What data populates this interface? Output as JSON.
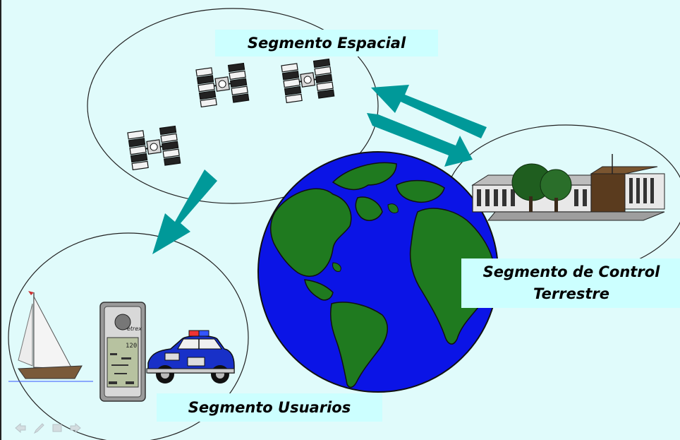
{
  "slide": {
    "background_color": "#e0fbfb",
    "label_background": "#ccffff",
    "arrow_color": "#009999"
  },
  "segments": {
    "espacial": "Segmento Espacial",
    "control_line1": "Segmento de Control",
    "control_line2": "Terrestre",
    "usuarios": "Segmento Usuarios"
  },
  "gps_device": {
    "brand": "etrex",
    "screen_value": "120"
  },
  "nav": {
    "icons": [
      "previous-slide-icon",
      "pen-icon",
      "menu-icon",
      "next-slide-icon"
    ]
  }
}
